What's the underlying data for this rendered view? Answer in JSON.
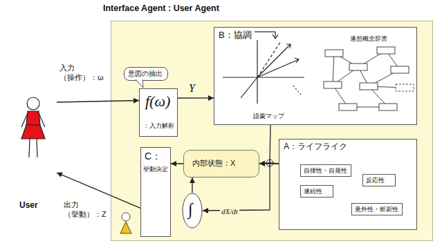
{
  "diagram": {
    "nodes": [
      {
        "text": [
          "Interface Agent : User Agent"
        ]
      },
      {
        "text": [
          "User"
        ]
      },
      {
        "text": [
          "意図の抽出"
        ],
        "in": 0
      },
      {
        "text": [
          "f(ω)",
          "：入力解析"
        ],
        "in": 0
      },
      {
        "text": [
          "B：協調",
          "語彙マップ",
          "連想概念辞書"
        ],
        "in": 0
      },
      {
        "text": [
          "C：",
          "挙動決定"
        ],
        "in": 0
      },
      {
        "text": [
          "内部状態：X"
        ],
        "in": 0
      },
      {
        "text": [
          "∫"
        ],
        "in": 0
      },
      {
        "text": [
          "A：ライフライク"
        ],
        "in": 0
      },
      {
        "text": [
          "自律性・自発性"
        ],
        "in": 8
      },
      {
        "text": [
          "反応性"
        ],
        "in": 8
      },
      {
        "text": [
          "連続性"
        ],
        "in": 8
      },
      {
        "text": [
          "意外性・斬新性"
        ],
        "in": 8
      }
    ],
    "edges": [
      {
        "from": 1,
        "to": 3,
        "label": "入力 （操作）：ω",
        "arrow": "to"
      },
      {
        "from": 3,
        "to": 4,
        "label": "Y",
        "arrow": "to"
      },
      {
        "from": 4,
        "to": 6,
        "arrow": "to"
      },
      {
        "from": 8,
        "to": 6,
        "arrow": "to"
      },
      {
        "from": 8,
        "to": 7,
        "label": "dX/dt",
        "arrow": "to"
      },
      {
        "from": 7,
        "to": 6,
        "arrow": "to"
      },
      {
        "from": 6,
        "to": 5,
        "arrow": "to"
      },
      {
        "from": 5,
        "to": 1,
        "label": "出力 （挙動）：Z",
        "arrow": "to"
      }
    ]
  }
}
